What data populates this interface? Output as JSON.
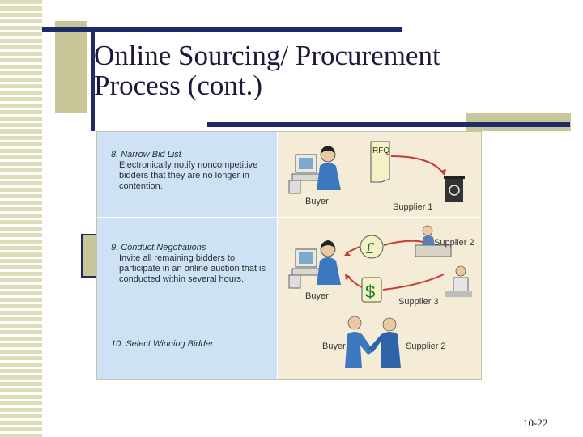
{
  "slide": {
    "title_line1": "Online Sourcing/ Procurement",
    "title_line2": "Process (cont.)",
    "page_number": "10-22"
  },
  "figure": {
    "steps": [
      {
        "head": "8. Narrow Bid List",
        "desc": "Electronically notify noncompetitive bidders that they are no longer in contention."
      },
      {
        "head": "9. Conduct Negotiations",
        "desc": "Invite all remaining bidders to participate in an online auction that is conducted within several hours."
      },
      {
        "head": "10. Select Winning Bidder",
        "desc": ""
      }
    ],
    "labels": {
      "rfq": "RFQ",
      "buyer": "Buyer",
      "supplier1": "Supplier 1",
      "supplier2": "Supplier 2",
      "supplier3": "Supplier 3",
      "pound": "£",
      "dollar": "$"
    }
  }
}
